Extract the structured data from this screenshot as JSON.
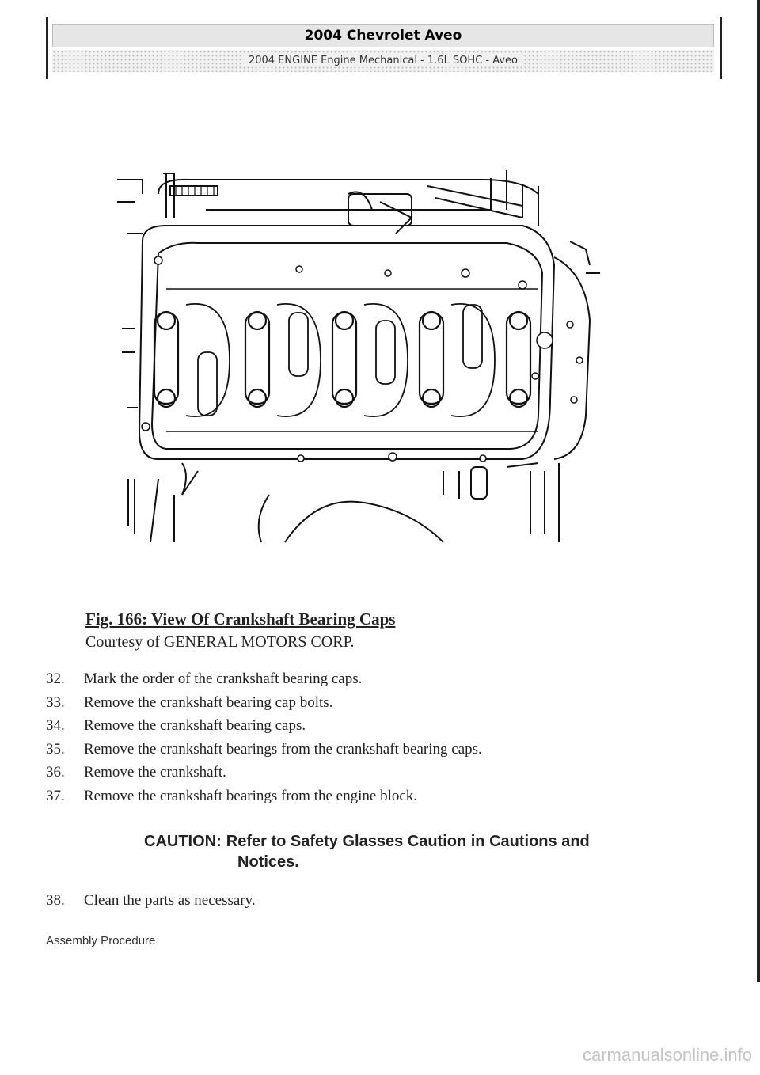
{
  "header": {
    "title": "2004 Chevrolet Aveo",
    "subtitle": "2004 ENGINE Engine Mechanical - 1.6L SOHC - Aveo"
  },
  "figure": {
    "caption": "Fig. 166: View Of Crankshaft Bearing Caps",
    "courtesy": "Courtesy of GENERAL MOTORS CORP."
  },
  "steps": [
    {
      "num": "32.",
      "text": "Mark the order of the crankshaft bearing caps."
    },
    {
      "num": "33.",
      "text": "Remove the crankshaft bearing cap bolts."
    },
    {
      "num": "34.",
      "text": "Remove the crankshaft bearing caps."
    },
    {
      "num": "35.",
      "text": "Remove the crankshaft bearings from the crankshaft bearing caps."
    },
    {
      "num": "36.",
      "text": "Remove the crankshaft."
    },
    {
      "num": "37.",
      "text": "Remove the crankshaft bearings from the engine block."
    }
  ],
  "caution": {
    "label": "CAUTION:",
    "line1": "Refer to Safety Glasses Caution in Cautions and",
    "line2": "Notices."
  },
  "step38": {
    "num": "38.",
    "text": "Clean the parts as necessary."
  },
  "section": {
    "assembly_title": "Assembly Procedure"
  },
  "watermark": "carmanualsonline.info"
}
